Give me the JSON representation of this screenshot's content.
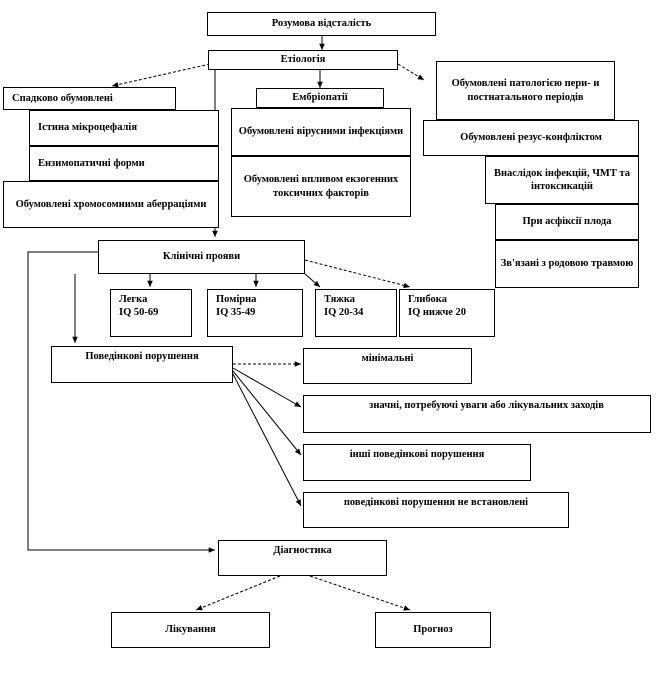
{
  "diagram": {
    "title": "Розумова відсталість",
    "etiology": "Етіологія",
    "hereditary": {
      "title": "Спадково обумовлені",
      "items": [
        "Істина мікроцефалія",
        "Ензимопатичні форми",
        "Обумовлені хромосомними аберраціями"
      ]
    },
    "embryopathy": {
      "title": "Ембріопатії",
      "items": [
        "Обумовлені вірусними інфекціями",
        "Обумовлені впливом екзогенних токсичних факторів"
      ]
    },
    "perinatal": {
      "title": "Обумовлені патологією пери- и постнатального періодів",
      "items": [
        "Обумовлені резус-конфліктом",
        "Внаслідок інфекцій, ЧМТ та інтоксикацій",
        "При асфіксії плода",
        "Зв'язані з родовою травмою"
      ]
    },
    "clinical": {
      "title": "Клінічні прояви",
      "degrees": [
        {
          "name": "Легка",
          "iq": "IQ 50-69"
        },
        {
          "name": "Помірна",
          "iq": "IQ 35-49"
        },
        {
          "name": "Тяжка",
          "iq": "IQ 20-34"
        },
        {
          "name": "Глибока",
          "iq": "IQ нижче 20"
        }
      ]
    },
    "behavior": {
      "title": "Поведінкові порушення",
      "items": [
        "мінімальні",
        "значні, потребуючі уваги або лікувальних заходів",
        "інші поведінкові порушення",
        "поведінкові порушення не встановлені"
      ]
    },
    "diagnostics": "Діагностика",
    "treatment": "Лікування",
    "prognosis": "Прогноз"
  }
}
